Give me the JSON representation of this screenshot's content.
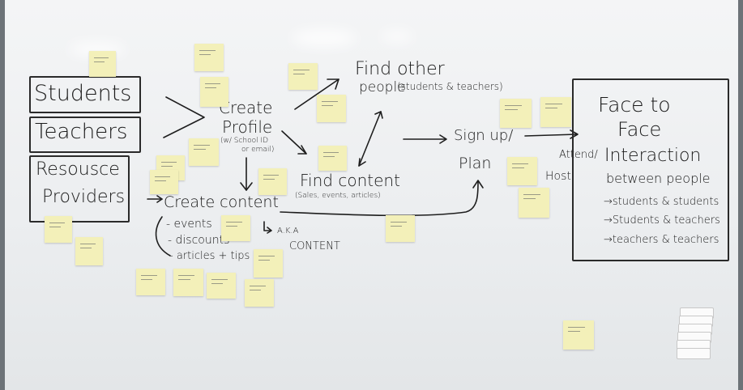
{
  "inputs": {
    "students": "Students",
    "teachers": "Teachers",
    "resource_providers_1": "Resousce",
    "resource_providers_2": "Providers"
  },
  "create_profile": {
    "line1": "Create",
    "line2": "Profile",
    "note1": "(w/ School ID",
    "note2": "or email)"
  },
  "find_people": {
    "line1": "Find other",
    "line2": "people",
    "sub": "(students & teachers)"
  },
  "find_content": {
    "title": "Find content",
    "sub": "(Sales, events, articles)"
  },
  "create_content": {
    "title": "Create content",
    "aka_1": "A.K.A",
    "aka_2": "CONTENT",
    "items": [
      "- events",
      "- discounts",
      "- articles + tips"
    ]
  },
  "signup": {
    "line1": "Sign up/",
    "line2": "Plan",
    "side1": "Attend/",
    "side2": "Host"
  },
  "outcome": {
    "line1": "Face to",
    "line2": "Face",
    "line3": "Interaction",
    "line4": "between people",
    "items": [
      "→students & students",
      "→Students & teachers",
      "→teachers & teachers"
    ]
  },
  "colors": {
    "sticky": "#f3f0b9",
    "ink": "#1b1b1b",
    "board": "#eceef0",
    "frame": "#6d7378"
  }
}
